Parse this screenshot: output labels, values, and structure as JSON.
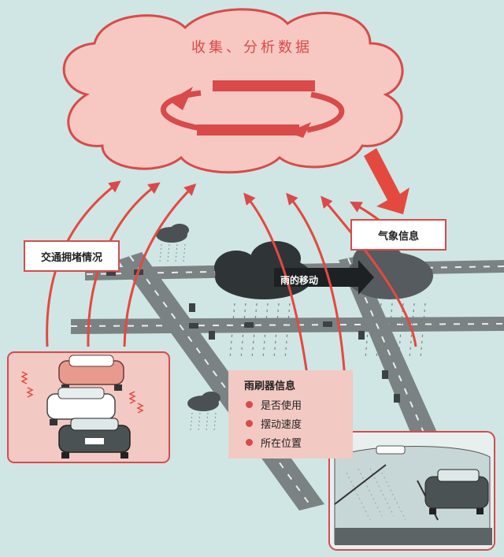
{
  "cloud": {
    "title": "收集、分析数据"
  },
  "labels": {
    "traffic": "交通拥堵情况",
    "weather": "气象信息",
    "rain_movement": "雨的移动"
  },
  "wiper_info": {
    "title": "雨刷器信息",
    "items": [
      "是否使用",
      "摆动速度",
      "所在位置"
    ]
  },
  "colors": {
    "accent": "#d94a4a",
    "cloud_fill": "#f7c8c2",
    "background": "#cfe6e4",
    "road": "#7a8283",
    "storm_cloud": "#3a3f42"
  }
}
